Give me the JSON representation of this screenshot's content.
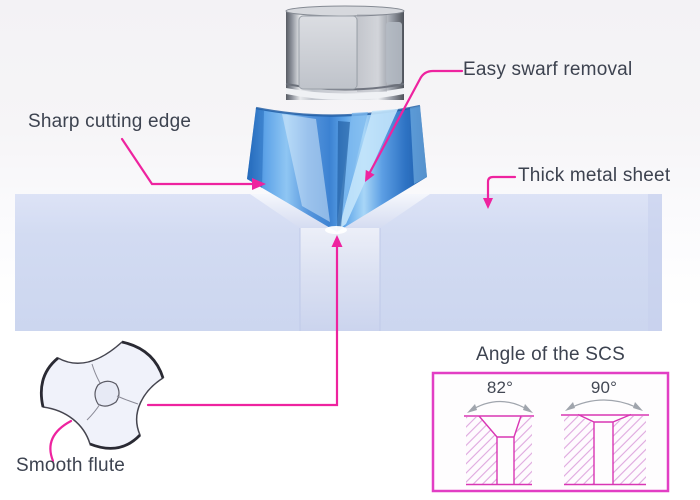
{
  "labels": {
    "sharp_cutting_edge": "Sharp cutting edge",
    "easy_swarf_removal": "Easy swarf removal",
    "thick_metal_sheet": "Thick metal sheet",
    "smooth_flute": "Smooth flute"
  },
  "angle_panel": {
    "title": "Angle of the SCS",
    "angles": [
      {
        "value": "82°"
      },
      {
        "value": "90°"
      }
    ]
  },
  "colors": {
    "accent_pink": "#ee239f",
    "panel_border_pink": "#e23ec4",
    "panel_line_pink": "#d936b4",
    "hatch_pink": "#dfa8df",
    "tool_blue": "#2f7fd6",
    "sheet_blue": "#d2dbf2",
    "label_text": "#3d4350"
  }
}
